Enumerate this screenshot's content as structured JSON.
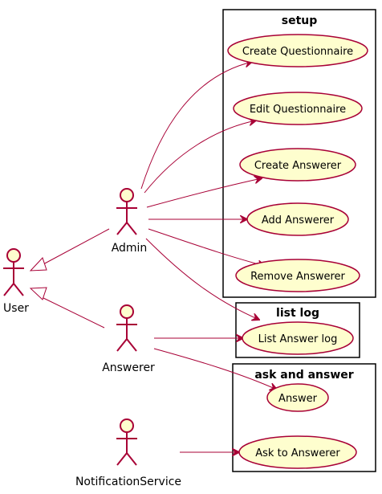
{
  "packages": {
    "setup": {
      "title": "setup"
    },
    "list_log": {
      "title": "list log"
    },
    "ask_and_answer": {
      "title": "ask and answer"
    }
  },
  "use_cases": {
    "create_questionnaire": "Create Questionnaire",
    "edit_questionnaire": "Edit Questionnaire",
    "create_answerer": "Create Answerer",
    "add_answerer": "Add Answerer",
    "remove_answerer": "Remove Answerer",
    "list_answer_log": "List Answer log",
    "answer": "Answer",
    "ask_to_answerer": "Ask to Answerer"
  },
  "actors": {
    "user": "User",
    "admin": "Admin",
    "answerer": "Answerer",
    "notification_service": "NotificationService"
  },
  "colors": {
    "use_case_fill": "#FEFECE",
    "border": "#A80036"
  }
}
